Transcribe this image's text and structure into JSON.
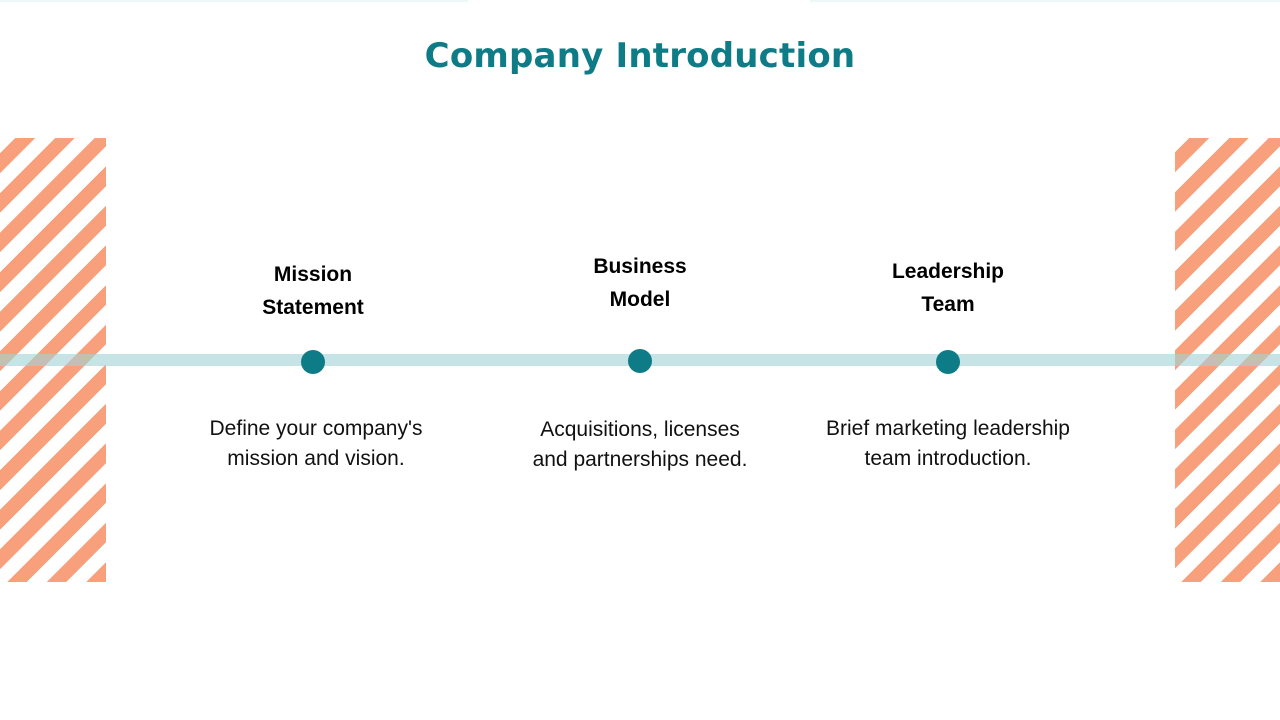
{
  "slide": {
    "title": "Company Introduction",
    "title_color": "#0e7c86",
    "accent_stripe_color": "#f8a07c",
    "timeline_color": "#c6e3e5",
    "steps": [
      {
        "title_line1": "Mission",
        "title_line2": "Statement",
        "desc_line1": "Define your company's",
        "desc_line2": "mission and vision."
      },
      {
        "title_line1": "Business",
        "title_line2": "Model",
        "desc_line1": "Acquisitions, licenses",
        "desc_line2": "and partnerships need."
      },
      {
        "title_line1": "Leadership",
        "title_line2": "Team",
        "desc_line1": "Brief marketing leadership",
        "desc_line2": "team introduction."
      }
    ]
  }
}
